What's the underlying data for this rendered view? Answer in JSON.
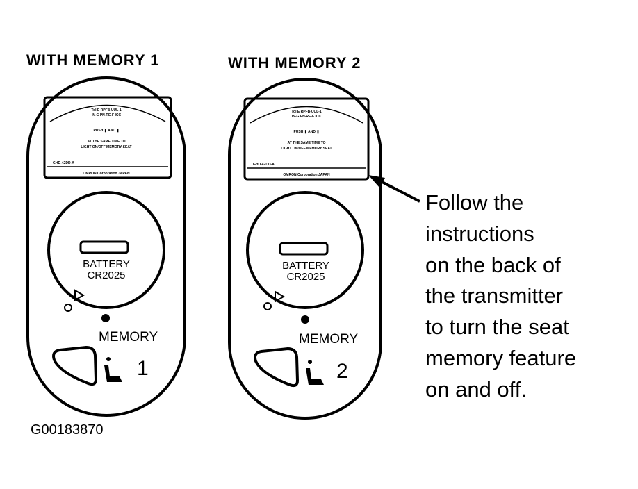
{
  "headings": {
    "left": "WITH MEMORY 1",
    "right": "WITH MEMORY 2"
  },
  "transmitters": [
    {
      "label_lines": [
        "Tol E RPFB-UUL-1",
        "IN-G PN-RE-F ICC",
        "PUSH ❚ AND ❚",
        "AT THE SAME TIME TO",
        "LIGHT ON/OFF MEMORY SEAT",
        "GHD-42DD-A",
        "OMRON Corporation JAPAN"
      ],
      "battery": "BATTERY",
      "battery_model": "CR2025",
      "memory_label": "MEMORY",
      "number": "1"
    },
    {
      "label_lines": [
        "Tol E RPFB-UUL-1",
        "IN-G PN-RE-F ICC",
        "PUSH ❚ AND ❚",
        "AT THE SAME TIME TO",
        "LIGHT ON/OFF MEMORY SEAT",
        "GHD-42DD-A",
        "OMRON Corporation JAPAN"
      ],
      "battery": "BATTERY",
      "battery_model": "CR2025",
      "memory_label": "MEMORY",
      "number": "2"
    }
  ],
  "callout_lines": [
    "Follow the",
    "instructions",
    "on the back of",
    "the transmitter",
    "to turn the seat",
    "memory feature",
    "on and off."
  ],
  "figure_id": "G00183870",
  "icons": [
    "seat-icon",
    "arrow-icon",
    "triangle-icon"
  ],
  "colors": {
    "ink": "#000000",
    "paper": "#ffffff"
  }
}
